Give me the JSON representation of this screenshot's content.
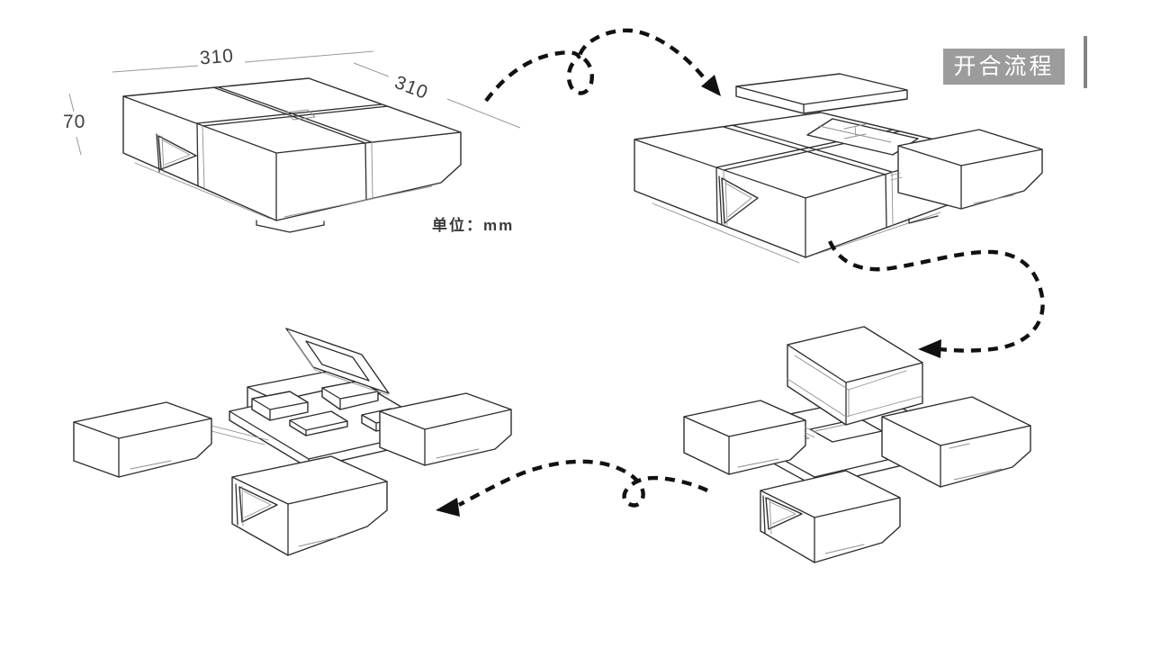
{
  "page": {
    "background_color": "#ffffff"
  },
  "header": {
    "badge_label": "开合流程",
    "badge_background": "#9c9c9c",
    "badge_text_color": "#ffffff",
    "divider_color": "#848484"
  },
  "annotations": {
    "top_width": "310",
    "right_depth": "310",
    "left_height": "70",
    "unit": "单位：mm"
  },
  "drawing": {
    "line_color": "#2e2e2e",
    "light_line_color": "#8f8f8f",
    "dimension_line_color": "#9a9a9a",
    "arrow_color": "#111111"
  },
  "icons": {
    "arrow_step_1": "dashed-loop-arrow-pointing-right",
    "arrow_step_2": "dashed-s-curve-arrow-pointing-left",
    "arrow_step_3": "dashed-loop-arrow-pointing-left"
  }
}
